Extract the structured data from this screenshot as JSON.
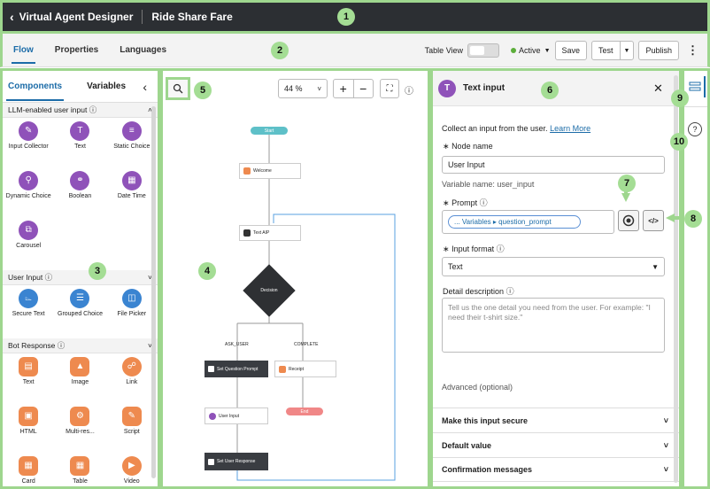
{
  "header": {
    "back_label": "Virtual Agent Designer",
    "topic": "Ride Share Fare"
  },
  "toolbar": {
    "tabs": [
      "Flow",
      "Properties",
      "Languages"
    ],
    "table_view": "Table View",
    "status": "Active",
    "save": "Save",
    "test": "Test",
    "publish": "Publish"
  },
  "left": {
    "tabs": [
      "Components",
      "Variables"
    ],
    "sections": [
      {
        "title": "LLM-enabled user input",
        "items": [
          "Input Collector",
          "Text",
          "Static Choice",
          "Dynamic Choice",
          "Boolean",
          "Date Time",
          "Carousel"
        ]
      },
      {
        "title": "User Input",
        "items": [
          "Secure Text",
          "Grouped Choice",
          "File Picker"
        ]
      },
      {
        "title": "Bot Response",
        "items": [
          "Text",
          "Image",
          "Link",
          "HTML",
          "Multi-res...",
          "Script",
          "Card",
          "Table",
          "Video"
        ]
      }
    ]
  },
  "canvas": {
    "zoom": "44 %",
    "nodes": {
      "start": "Start",
      "welcome": "Welcome",
      "text_aip": "Text AIP",
      "decision": "Decision",
      "ask_user": "ASK_USER",
      "complete": "COMPLETE",
      "set_question": "Set Question Prompt",
      "receipt": "Receipt",
      "end": "End",
      "user_input": "User Input",
      "set_user_response": "Set User Response"
    }
  },
  "panel": {
    "title": "Text input",
    "description": "Collect an input from the user.",
    "learn_more": "Learn More",
    "node_name_label": "Node name",
    "node_name_value": "User Input",
    "variable_name": "Variable name: user_input",
    "prompt_label": "Prompt",
    "prompt_pill": "... Variables ▸ question_prompt",
    "input_format_label": "Input format",
    "input_format_value": "Text",
    "detail_label": "Detail description",
    "detail_placeholder": "Tell us the one detail you need from the user. For example: \"I need their t-shirt size.\"",
    "advanced": "Advanced (optional)",
    "accordions": [
      "Make this input secure",
      "Default value",
      "Confirmation messages"
    ]
  },
  "callouts": [
    "1",
    "2",
    "3",
    "4",
    "5",
    "6",
    "7",
    "8",
    "9",
    "10"
  ]
}
